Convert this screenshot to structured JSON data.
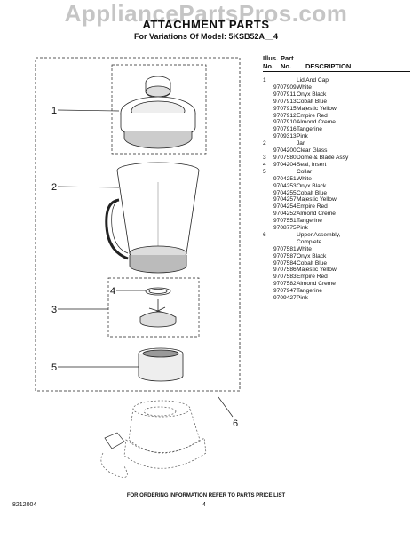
{
  "watermark": "AppliancePartsPros.com",
  "header": {
    "title": "ATTACHMENT PARTS",
    "subtitle": "For Variations Of Model: 5KSB52A__4"
  },
  "callouts": [
    "1",
    "2",
    "3",
    "4",
    "5",
    "6"
  ],
  "table": {
    "head_illus_1": "Illus.",
    "head_illus_2": "No.",
    "head_part_1": "Part",
    "head_part_2": "No.",
    "head_desc": "DESCRIPTION",
    "rows": [
      {
        "illus": "1",
        "part": "",
        "desc": "Lid And Cap"
      },
      {
        "illus": "",
        "part": "9707909",
        "desc": "White"
      },
      {
        "illus": "",
        "part": "9707911",
        "desc": "Onyx Black"
      },
      {
        "illus": "",
        "part": "9707913",
        "desc": "Cobalt Blue"
      },
      {
        "illus": "",
        "part": "9707915",
        "desc": "Majestic Yellow"
      },
      {
        "illus": "",
        "part": "9707912",
        "desc": "Empire Red"
      },
      {
        "illus": "",
        "part": "9707910",
        "desc": "Almond Creme"
      },
      {
        "illus": "",
        "part": "9707916",
        "desc": "Tangerine"
      },
      {
        "illus": "",
        "part": "9709313",
        "desc": "Pink"
      },
      {
        "illus": "2",
        "part": "",
        "desc": "Jar"
      },
      {
        "illus": "",
        "part": "9704200",
        "desc": "Clear Glass"
      },
      {
        "illus": "3",
        "part": "9707580",
        "desc": "Dome & Blade Assy"
      },
      {
        "illus": "4",
        "part": "9704204",
        "desc": "Seal, Insert"
      },
      {
        "illus": "5",
        "part": "",
        "desc": "Collar"
      },
      {
        "illus": "",
        "part": "9704251",
        "desc": "White"
      },
      {
        "illus": "",
        "part": "9704253",
        "desc": "Onyx Black"
      },
      {
        "illus": "",
        "part": "9704255",
        "desc": "Cobalt Blue"
      },
      {
        "illus": "",
        "part": "9704257",
        "desc": "Majestic Yellow"
      },
      {
        "illus": "",
        "part": "9704254",
        "desc": "Empire Red"
      },
      {
        "illus": "",
        "part": "9704252",
        "desc": "Almond Creme"
      },
      {
        "illus": "",
        "part": "9707551",
        "desc": "Tangerine"
      },
      {
        "illus": "",
        "part": "9708775",
        "desc": "Pink"
      },
      {
        "illus": "6",
        "part": "",
        "desc": "Upper Assembly,"
      },
      {
        "illus": "",
        "part": "",
        "desc": "Complete"
      },
      {
        "illus": "",
        "part": "9707581",
        "desc": "White"
      },
      {
        "illus": "",
        "part": "9707587",
        "desc": "Onyx Black"
      },
      {
        "illus": "",
        "part": "9707584",
        "desc": "Cobalt Blue"
      },
      {
        "illus": "",
        "part": "9707586",
        "desc": "Majestic Yellow"
      },
      {
        "illus": "",
        "part": "9707583",
        "desc": "Empire Red"
      },
      {
        "illus": "",
        "part": "9707582",
        "desc": "Almond Creme"
      },
      {
        "illus": "",
        "part": "9707947",
        "desc": "Tangerine"
      },
      {
        "illus": "",
        "part": "9709427",
        "desc": "Pink"
      }
    ]
  },
  "footer": {
    "note": "FOR ORDERING INFORMATION REFER TO PARTS PRICE LIST",
    "doc_number": "8212004",
    "page_number": "4"
  }
}
